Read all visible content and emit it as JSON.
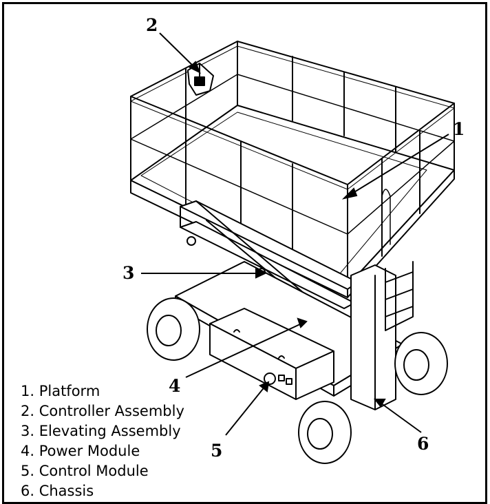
{
  "callouts": {
    "c1": "1",
    "c2": "2",
    "c3": "3",
    "c4": "4",
    "c5": "5",
    "c6": "6"
  },
  "legend": {
    "items": [
      "1.  Platform",
      "2.  Controller Assembly",
      "3.  Elevating Assembly",
      "4.  Power Module",
      "5.  Control Module",
      "6.  Chassis"
    ]
  }
}
